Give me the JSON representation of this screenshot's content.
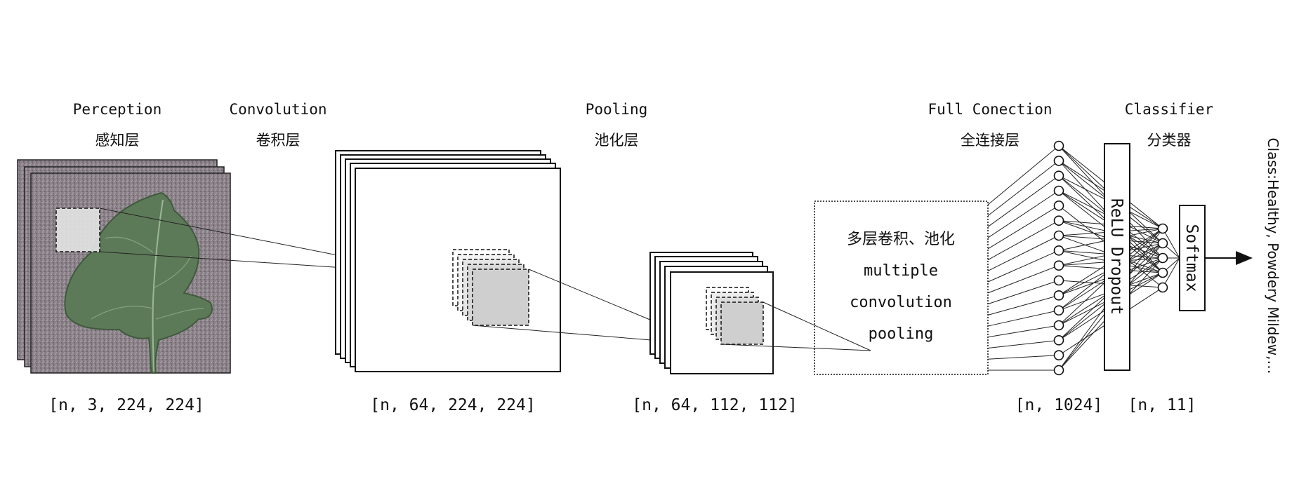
{
  "stages": {
    "perception": {
      "title": "Perception",
      "title_cn": "感知层",
      "shape": "[n, 3, 224, 224]"
    },
    "convolution": {
      "title": "Convolution",
      "title_cn": "卷积层",
      "shape": "[n, 64, 224, 224]"
    },
    "pooling": {
      "title": "Pooling",
      "title_cn": "池化层",
      "shape": "[n, 64, 112, 112]"
    },
    "multi": {
      "line1": "多层卷积、池化",
      "line2": "multiple",
      "line3": "convolution",
      "line4": "pooling"
    },
    "full_connection": {
      "title": "Full Conection",
      "title_cn": "全连接层",
      "shape": "[n, 1024]"
    },
    "classifier": {
      "title": "Classifier",
      "title_cn": "分类器",
      "shape": "[n, 11]"
    }
  },
  "relu_dropout_label": "ReLU Dropout",
  "softmax_label": "Softmax",
  "output_label": "Class:Healthy, Powdery Mildew,…",
  "network": {
    "fc_neurons_shown": 16,
    "classifier_neurons_shown": 5
  },
  "colors": {
    "leaf": "#5d7a58",
    "leaf_dark": "#3f5a3d",
    "background_texture": "#8a8189",
    "feature_patch": "#cfcfcf"
  }
}
